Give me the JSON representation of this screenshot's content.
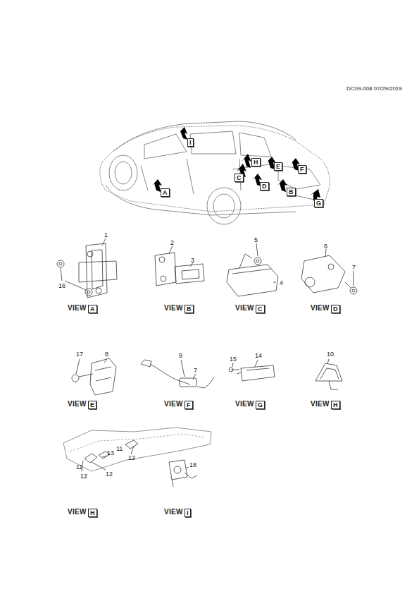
{
  "diagram": {
    "nodes": [
      {
        "text": [
          "I"
        ]
      },
      {
        "text": [
          "H"
        ]
      },
      {
        "text": [
          "C"
        ]
      },
      {
        "text": [
          "D"
        ]
      },
      {
        "text": [
          "E"
        ]
      },
      {
        "text": [
          "F"
        ]
      },
      {
        "text": [
          "B"
        ]
      },
      {
        "text": [
          "G"
        ]
      },
      {
        "text": [
          "A"
        ]
      },
      {
        "text": [
          "A"
        ]
      },
      {
        "text": [
          "B"
        ]
      },
      {
        "text": [
          "C"
        ]
      },
      {
        "text": [
          "D"
        ]
      },
      {
        "text": [
          "E"
        ]
      },
      {
        "text": [
          "F"
        ]
      },
      {
        "text": [
          "G"
        ]
      },
      {
        "text": [
          "H"
        ]
      },
      {
        "text": [
          "H"
        ]
      },
      {
        "text": [
          "I"
        ]
      }
    ],
    "labels": [
      "DC09-008 07/29/2019",
      "1",
      "16",
      "2",
      "3",
      "5",
      "4",
      "6",
      "7",
      "17",
      "8",
      "9",
      "7",
      "15",
      "14",
      "10",
      "11",
      "12",
      "13",
      "12",
      "11",
      "12",
      "18",
      "VIEW",
      "VIEW",
      "VIEW",
      "VIEW",
      "VIEW",
      "VIEW",
      "VIEW",
      "VIEW",
      "VIEW",
      "VIEW"
    ]
  }
}
